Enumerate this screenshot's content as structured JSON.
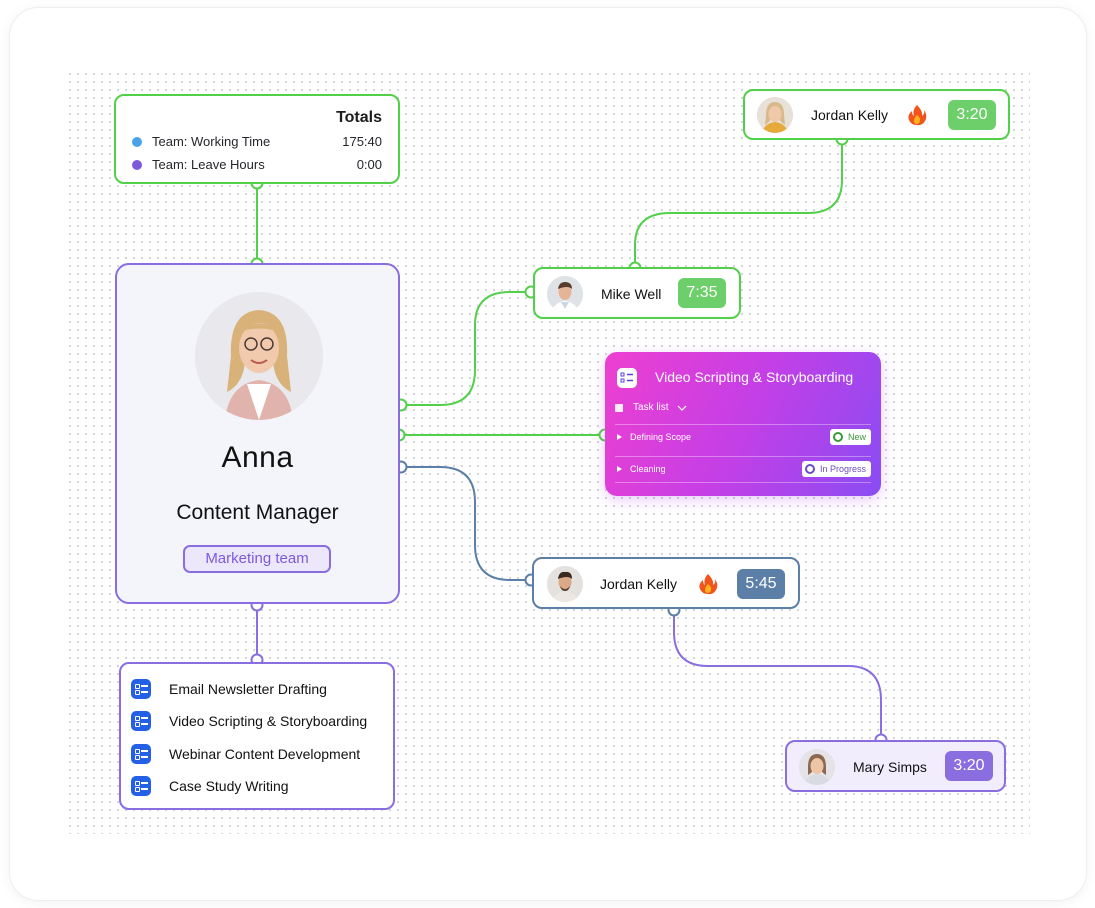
{
  "totals": {
    "title": "Totals",
    "rows": [
      {
        "label": "Team: Working Time",
        "value": "175:40",
        "color": "#4aa3e8"
      },
      {
        "label": "Team: Leave Hours",
        "value": "0:00",
        "color": "#7c5bd9"
      }
    ]
  },
  "profile": {
    "name": "Anna",
    "role": "Content Manager",
    "team": "Marketing team"
  },
  "tasks": [
    {
      "label": "Email Newsletter Drafting"
    },
    {
      "label": "Video Scripting & Storyboarding"
    },
    {
      "label": "Webinar Content Development"
    },
    {
      "label": "Case Study Writing"
    }
  ],
  "people": {
    "jordan_top": {
      "name": "Jordan Kelly",
      "time": "3:20",
      "badge_color": "#6ccf6a"
    },
    "mike": {
      "name": "Mike Well",
      "time": "7:35",
      "badge_color": "#6ccf6a"
    },
    "jordan_mid": {
      "name": "Jordan Kelly",
      "time": "5:45",
      "badge_color": "#5b7fa6"
    },
    "mary": {
      "name": "Mary Simps",
      "time": "3:20",
      "badge_color": "#8a6ee0"
    }
  },
  "task_card": {
    "title": "Video Scripting & Storyboarding",
    "list_label": "Task list",
    "items": [
      {
        "label": "Defining Scope",
        "status": "New",
        "status_color": "#3a9a3a"
      },
      {
        "label": "Cleaning",
        "status": "In Progress",
        "status_color": "#6b4cc9"
      }
    ]
  },
  "colors": {
    "green": "#53d04a",
    "blue": "#5b7fa6",
    "purple": "#8a6ee0"
  }
}
